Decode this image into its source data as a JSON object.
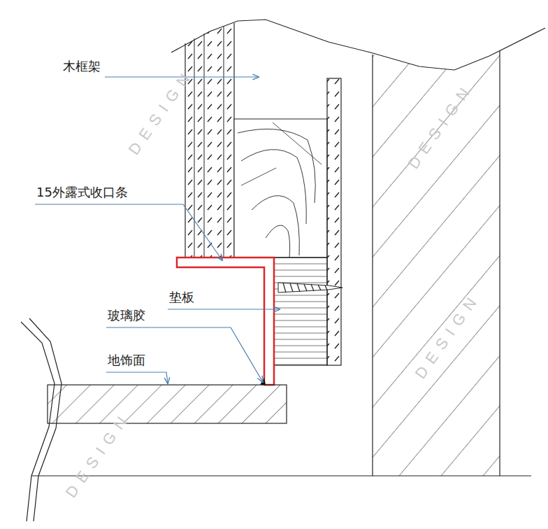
{
  "diagram": {
    "labels": [
      "木框架",
      "15外露式收口条",
      "垫板",
      "玻璃胶",
      "地饰面",
      "D E S I G N",
      "D E S I G N",
      "D E S I G N",
      "D E S I G N"
    ]
  }
}
